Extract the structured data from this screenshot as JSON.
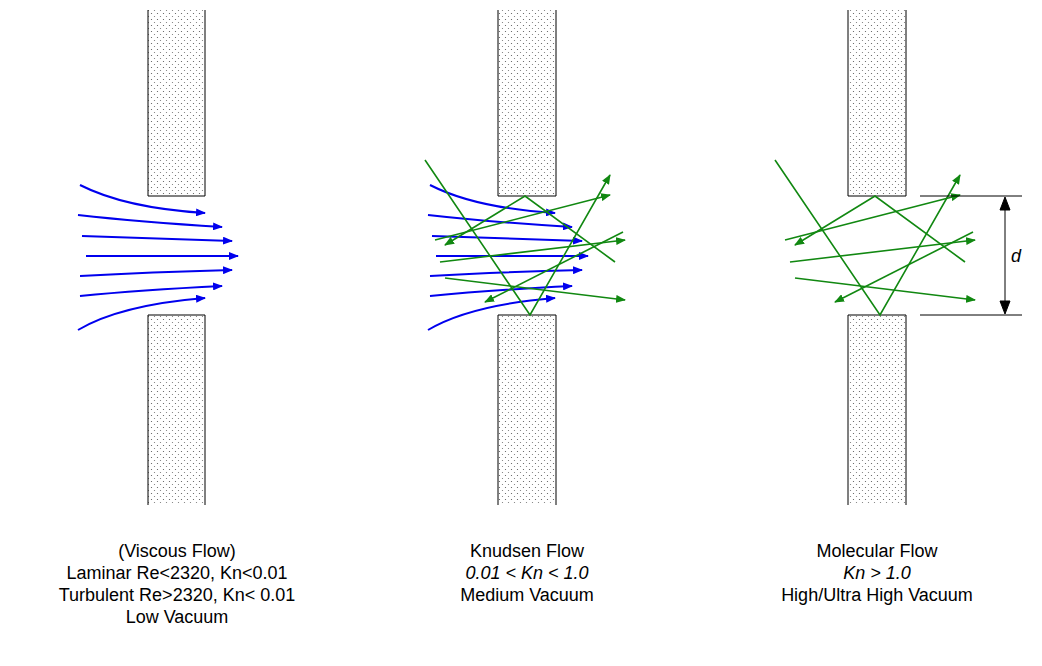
{
  "diagram": {
    "labels": [
      "d",
      "(Viscous Flow)",
      "Laminar Re<2320, Kn<0.01",
      "Turbulent Re>2320, Kn< 0.01",
      "Low Vacuum",
      "Knudsen Flow",
      "0.01 < Kn < 1.0",
      "Medium Vacuum",
      "Molecular Flow",
      "Kn > 1.0",
      "High/Ultra High Vacuum"
    ]
  }
}
